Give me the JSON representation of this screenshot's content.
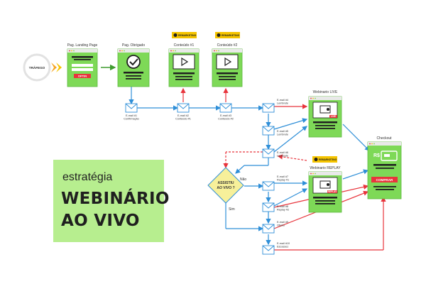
{
  "nodes": {
    "traffic": "TRÁFEGO",
    "landing": {
      "title": "Pag. Landing Page",
      "button": "OPTIN"
    },
    "thanks": {
      "title": "Pag. Obrigado"
    },
    "content1": {
      "title": "Conteúdo #1",
      "badge": "REMARKETING"
    },
    "content2": {
      "title": "Conteúdo #2",
      "badge": "REMARKETING"
    },
    "live": {
      "title": "Webinario LIVE",
      "tag": "LIVE"
    },
    "replay": {
      "title": "Webinario REPLAY",
      "tag": "REPLAY",
      "badge": "REMARKETING"
    },
    "checkout": {
      "title": "Checkout",
      "price": "R$",
      "button": "COMPRAR"
    },
    "decision": {
      "line1": "ASSISTIU",
      "line2": "AO VIVO ?",
      "no": "Não",
      "yes": "Sim"
    }
  },
  "emails": [
    {
      "line1": "E-mail #1",
      "line2": "Confirmação"
    },
    {
      "line1": "E-mail #2",
      "line2": "Conteúdo #1"
    },
    {
      "line1": "E-mail #3",
      "line2": "Conteúdo #2"
    },
    {
      "line1": "E-mail #4",
      "line2": "Lembrete"
    },
    {
      "line1": "E-mail #5",
      "line2": "Lembrete"
    },
    {
      "line1": "E-mail #6",
      "line2": "Lembrete"
    },
    {
      "line1": "E-mail #7",
      "line2": "Replay #1"
    },
    {
      "line1": "E-mail #8",
      "line2": "Replay #2"
    },
    {
      "line1": "E-mail #9",
      "line2": "Oferta"
    },
    {
      "line1": "E-mail #10",
      "line2": "Escassez"
    }
  ],
  "panel": {
    "small": "estratégia",
    "big1": "WEBINÁRIO",
    "big2": "AO VIVO"
  },
  "colors": {
    "green": "#7ed957",
    "dark_green": "#3f9c2f",
    "blue": "#2f8fd8",
    "red": "#e8343c",
    "yellow": "#f5c400",
    "panel": "#b7ee8f"
  }
}
